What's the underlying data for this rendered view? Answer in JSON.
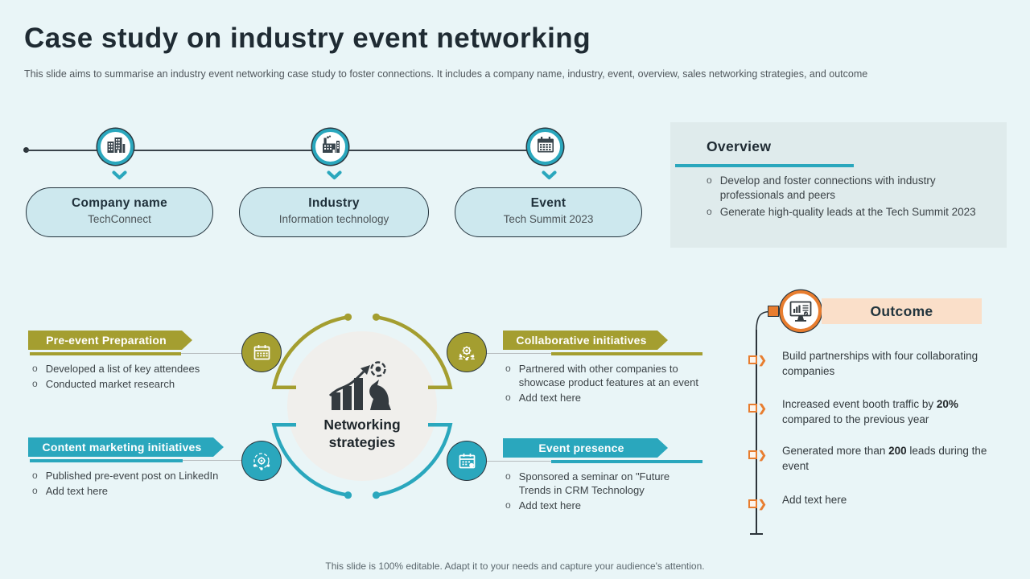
{
  "slide": {
    "title": "Case study on industry event networking",
    "subtitle": "This slide aims to summarise an industry event networking case study to foster connections. It includes a company name, industry, event,  overview,  sales networking strategies, and outcome",
    "footer": "This slide is 100% editable. Adapt it to your needs and capture your audience's attention."
  },
  "timeline": {
    "nodes": [
      {
        "icon": "building-icon",
        "label": "Company name",
        "value": "TechConnect"
      },
      {
        "icon": "factory-icon",
        "label": "Industry",
        "value": "Information technology"
      },
      {
        "icon": "calendar-icon",
        "label": "Event",
        "value": "Tech Summit 2023"
      }
    ]
  },
  "overview": {
    "heading": "Overview",
    "bullets": [
      "Develop and foster connections with industry professionals and peers",
      "Generate high-quality leads at the Tech Summit 2023"
    ]
  },
  "strategies": {
    "center_label_line1": "Networking",
    "center_label_line2": "strategies",
    "center_icon": "growth-strategy-icon",
    "quadrants": [
      {
        "title": "Pre-event Preparation",
        "icon": "calendar-icon",
        "accent": "#a49e30",
        "bullets": [
          "Developed  a list of key attendees",
          "Conducted  market research"
        ]
      },
      {
        "title": "Collaborative initiatives",
        "icon": "collaboration-icon",
        "accent": "#a49e30",
        "bullets": [
          "Partnered  with other companies to showcase  product features  at an event",
          "Add text here"
        ]
      },
      {
        "title": "Content marketing initiatives",
        "icon": "marketing-network-icon",
        "accent": "#2aa7bd",
        "bullets": [
          "Published  pre-event  post on LinkedIn",
          "Add text here"
        ]
      },
      {
        "title": "Event presence",
        "icon": "event-calendar-icon",
        "accent": "#2aa7bd",
        "bullets": [
          "Sponsored  a seminar on \"Future Trends  in CRM Technology",
          "Add text here"
        ]
      }
    ]
  },
  "outcome": {
    "heading": "Outcome",
    "icon": "report-monitor-icon",
    "items": [
      {
        "pre": "Build partnerships with four collaborating companies",
        "bold": "",
        "post": ""
      },
      {
        "pre": "Increased event booth traffic by ",
        "bold": "20%",
        "post": " compared to the previous year"
      },
      {
        "pre": "Generated more than ",
        "bold": "200",
        "post": " leads during the event"
      },
      {
        "pre": "Add text here",
        "bold": "",
        "post": ""
      }
    ]
  },
  "colors": {
    "background": "#e9f5f7",
    "teal": "#2aa7bd",
    "olive": "#a49e30",
    "orange": "#e87d2f",
    "peach": "#fadfc9",
    "pill_bg": "#cde8ee",
    "overview_bg": "#dfebec",
    "dark": "#1f2b33"
  }
}
